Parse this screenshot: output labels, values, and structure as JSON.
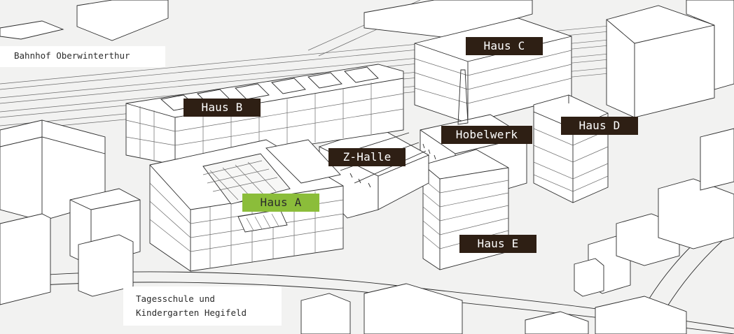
{
  "map": {
    "buildings": [
      {
        "id": "haus-a",
        "label": "Haus A",
        "highlighted": true
      },
      {
        "id": "haus-b",
        "label": "Haus B",
        "highlighted": false
      },
      {
        "id": "haus-c",
        "label": "Haus C",
        "highlighted": false
      },
      {
        "id": "haus-d",
        "label": "Haus D",
        "highlighted": false
      },
      {
        "id": "haus-e",
        "label": "Haus E",
        "highlighted": false
      },
      {
        "id": "z-halle",
        "label": "Z-Halle",
        "highlighted": false
      },
      {
        "id": "hobelwerk",
        "label": "Hobelwerk",
        "highlighted": false
      }
    ],
    "context": {
      "station": "Bahnhof Oberwinterthur",
      "school_line1": "Tagesschule und",
      "school_line2": "Kindergarten Hegifeld"
    }
  },
  "colors": {
    "label_bg": "#2e1f14",
    "label_text": "#ffffff",
    "highlight_bg": "#8bbd3a",
    "line": "#2b2b2b",
    "background": "#f2f2f1"
  }
}
